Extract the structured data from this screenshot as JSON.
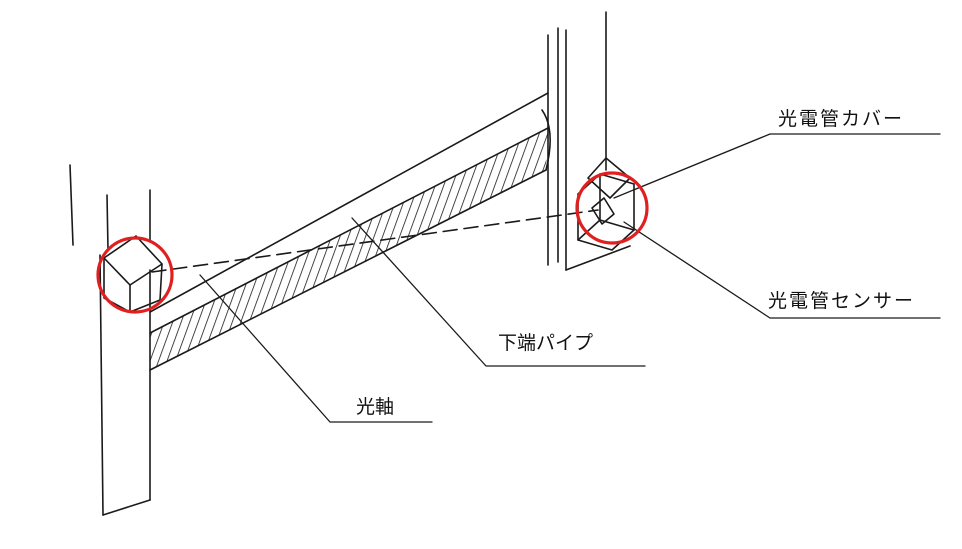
{
  "labels": {
    "cover": "光電管カバー",
    "sensor": "光電管センサー",
    "pipe": "下端パイプ",
    "axis": "光軸"
  },
  "colors": {
    "line": "#1a1a1a",
    "highlight": "#e02020"
  }
}
